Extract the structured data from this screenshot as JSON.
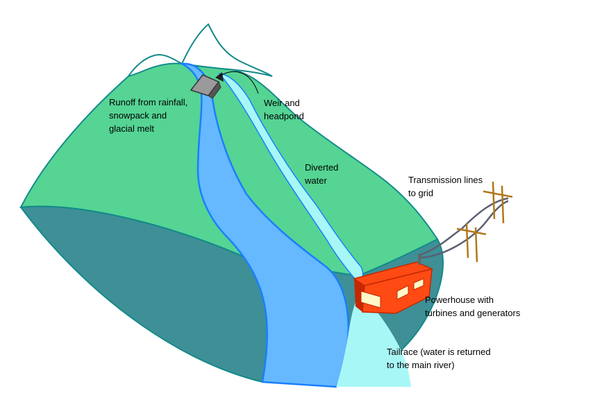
{
  "colors": {
    "mountain_green": "#55d494",
    "mountain_outline": "#138a8a",
    "cliff_teal": "#3e8f96",
    "river_blue": "#66b8ff",
    "river_outline": "#1a7fff",
    "diverted_water": "#a8f7f7",
    "snow": "#ffffff",
    "powerhouse_red": "#ff4a14",
    "powerhouse_dark": "#c42800",
    "window_fill": "#fff8c8",
    "pole_brown": "#b07818",
    "wire_grey": "#5a6070",
    "weir_grey": "#9a9a9a"
  },
  "icons": {
    "weir": "weir-headpond-icon",
    "powerhouse": "powerhouse-building-icon",
    "poles": "transmission-pole-icon"
  },
  "labels": {
    "runoff": [
      "Runoff from rainfall,",
      "snowpack and",
      "glacial melt"
    ],
    "weir": [
      "Weir and",
      "headpond"
    ],
    "diverted": [
      "Diverted",
      "water"
    ],
    "transmission": [
      "Transmission lines",
      "to grid"
    ],
    "powerhouse": [
      "Powerhouse with",
      "turbines and generators"
    ],
    "tailrace": [
      "Tailrace (water is returned",
      "to the main river)"
    ]
  }
}
